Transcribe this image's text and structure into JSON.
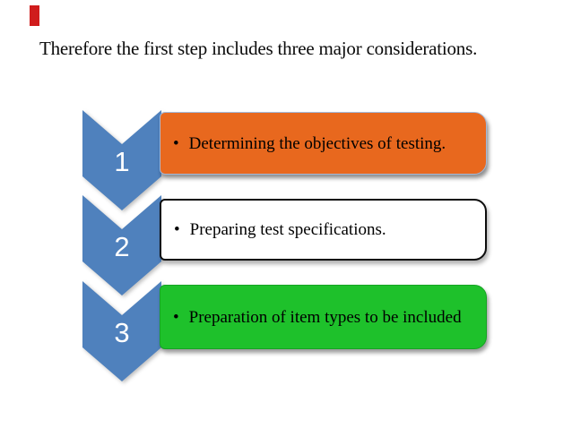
{
  "slide": {
    "title": "Therefore the first step includes three major considerations.",
    "decoration": {
      "red_marker_color": "#d01c1c"
    }
  },
  "diagram": {
    "bullet_char": "•",
    "chevron_color": "#4f81bd",
    "number_color": "#ffffff",
    "steps": [
      {
        "number": "1",
        "text": "Determining the objectives of testing.",
        "box_color": "#e8681e",
        "border_color": "#a3b8d8",
        "text_color": "#000000"
      },
      {
        "number": "2",
        "text": "Preparing test specifications.",
        "box_color": "#ffffff",
        "border_color": "#0d0d0d",
        "text_color": "#000000"
      },
      {
        "number": "3",
        "text": "Preparation of item types to be included",
        "box_color": "#1ec12b",
        "border_color": "#16a423",
        "text_color": "#000000"
      }
    ]
  }
}
